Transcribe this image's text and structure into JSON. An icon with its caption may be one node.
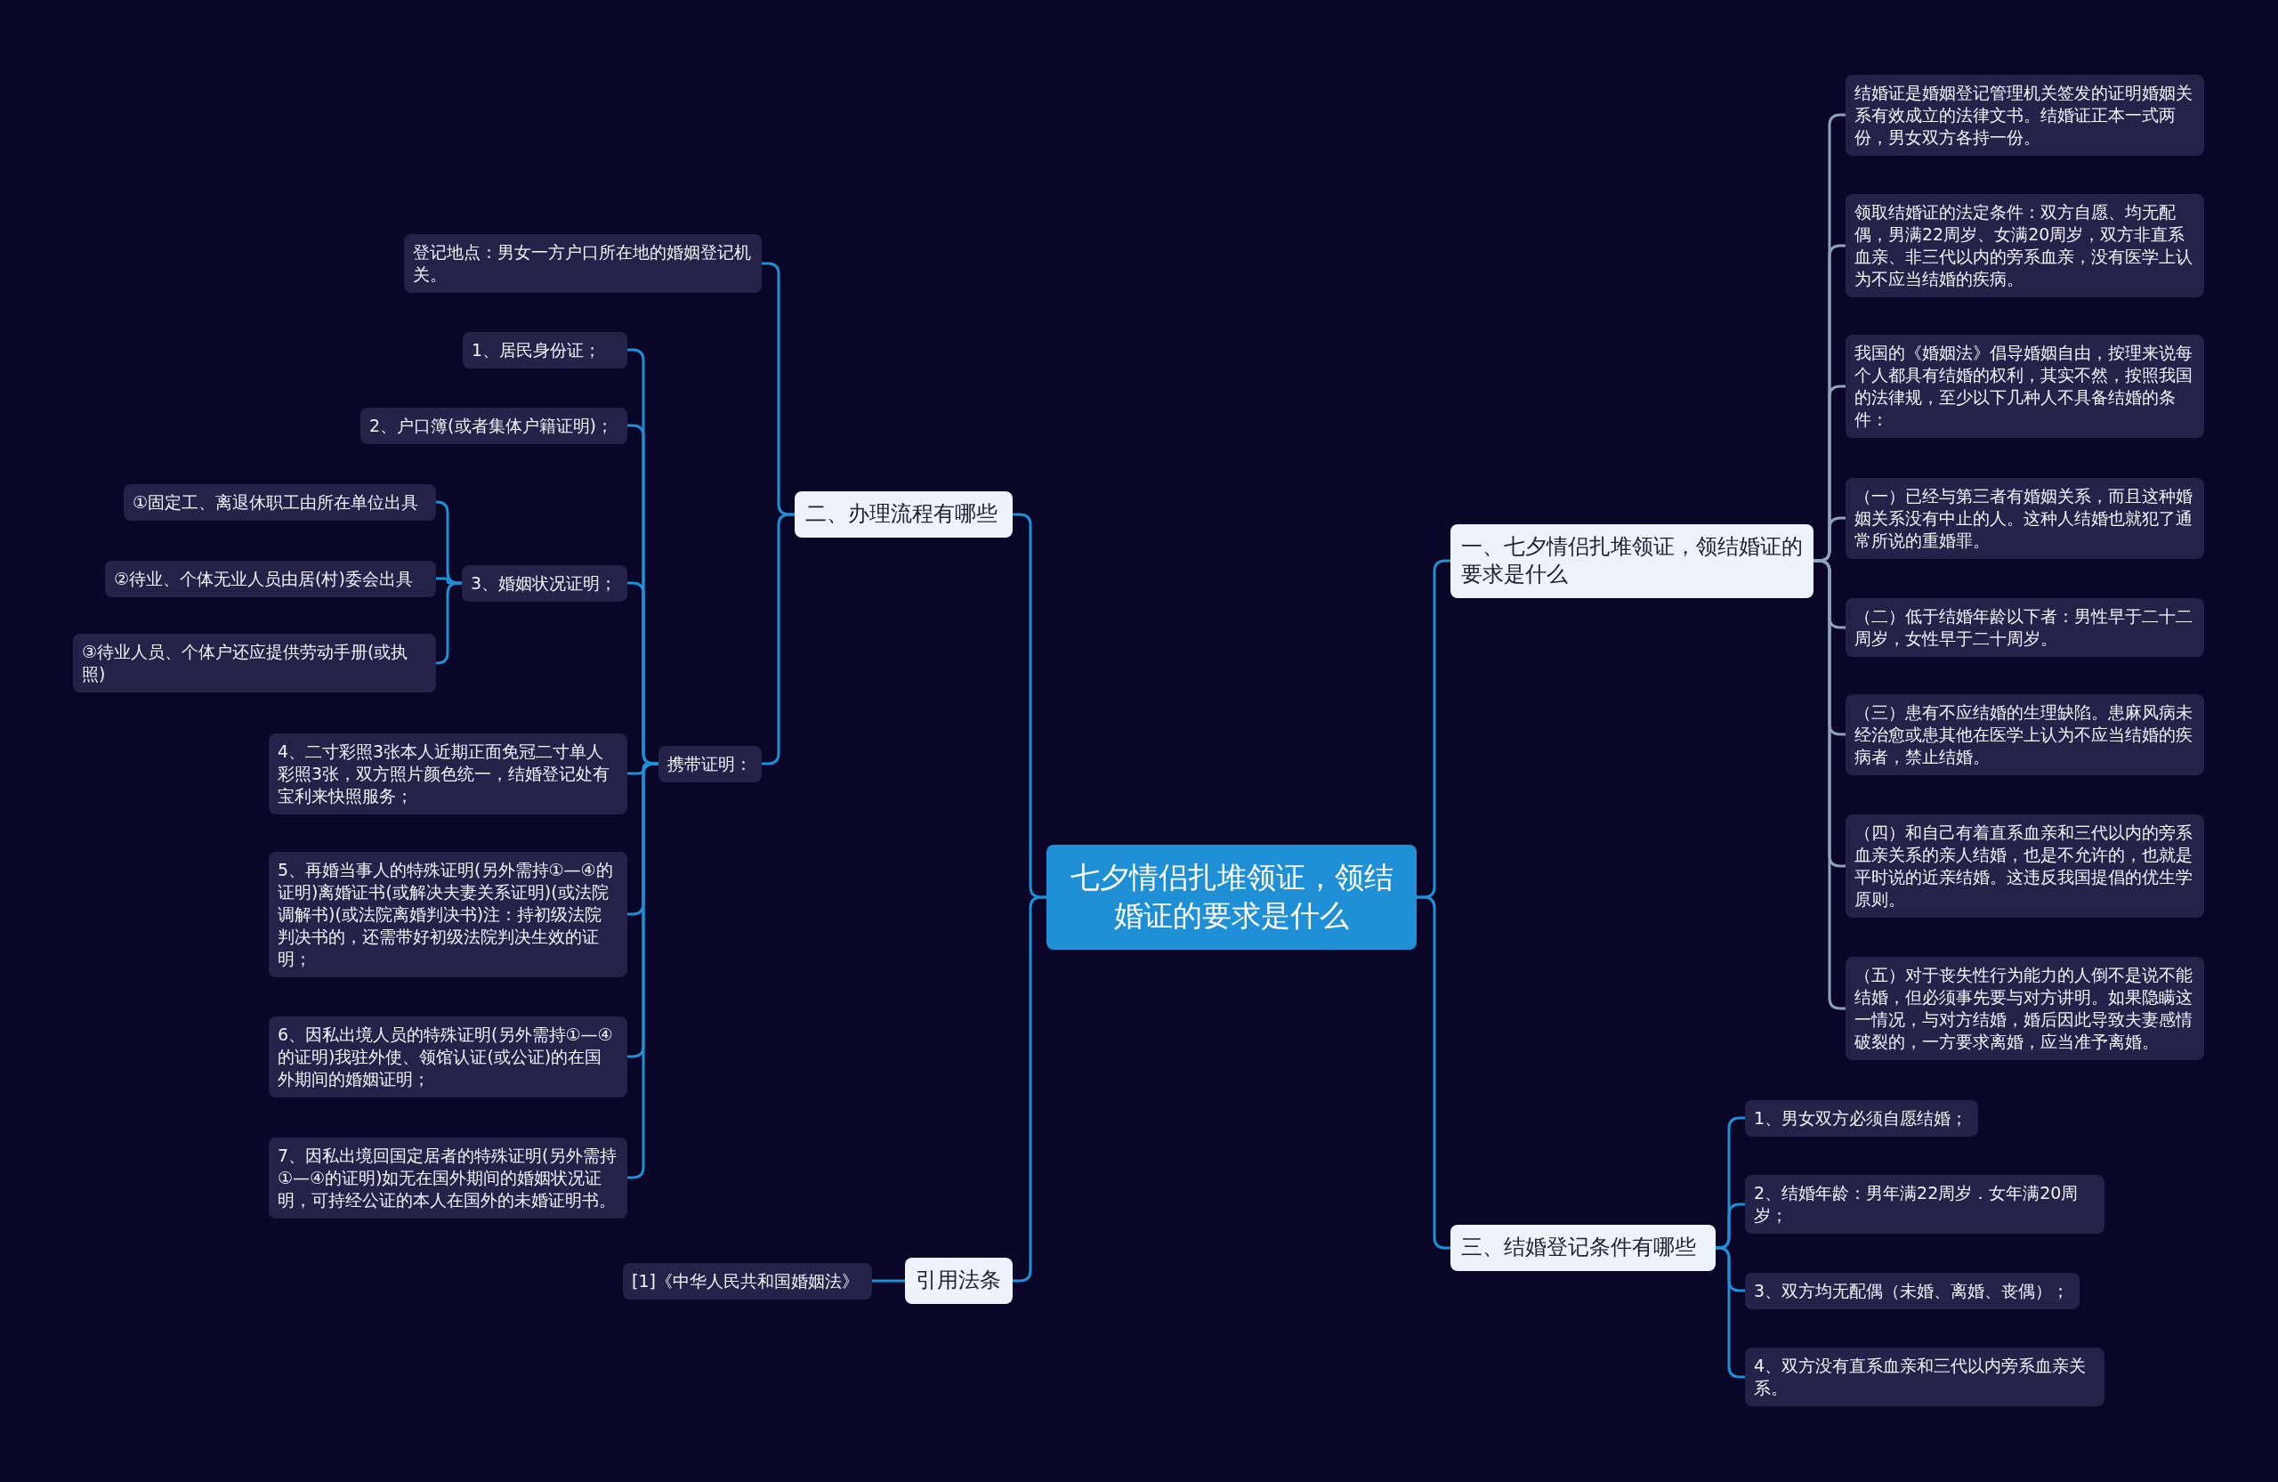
{
  "diagram": {
    "nodes": [
      {
        "text": [
          "七夕情侣扎堆领证，领结婚证的要求是什么"
        ]
      },
      {
        "text": [
          "一、七夕情侣扎堆领证，领结婚证的要求是什么"
        ]
      },
      {
        "text": [
          "结婚证是婚姻登记管理机关签发的证明婚姻关系有效成立的法律文书。结婚证正本一式两份，男女双方各持一份。"
        ]
      },
      {
        "text": [
          "领取结婚证的法定条件：双方自愿、均无配偶，男满22周岁、女满20周岁，双方非直系血亲、非三代以内的旁系血亲，没有医学上认为不应当结婚的疾病。"
        ]
      },
      {
        "text": [
          "我国的《婚姻法》倡导婚姻自由，按理来说每个人都具有结婚的权利，其实不然，按照我国的法律规，至少以下几种人不具备结婚的条件："
        ]
      },
      {
        "text": [
          "（一）已经与第三者有婚姻关系，而且这种婚姻关系没有中止的人。这种人结婚也就犯了通常所说的重婚罪。"
        ]
      },
      {
        "text": [
          "（二）低于结婚年龄以下者：男性早于二十二周岁，女性早于二十周岁。"
        ]
      },
      {
        "text": [
          "（三）患有不应结婚的生理缺陷。患麻风病未经治愈或患其他在医学上认为不应当结婚的疾病者，禁止结婚。"
        ]
      },
      {
        "text": [
          "（四）和自己有着直系血亲和三代以内的旁系血亲关系的亲人结婚，也是不允许的，也就是平时说的近亲结婚。这违反我国提倡的优生学原则。"
        ]
      },
      {
        "text": [
          "（五）对于丧失性行为能力的人倒不是说不能结婚，但必须事先要与对方讲明。如果隐瞒这一情况，与对方结婚，婚后因此导致夫妻感情破裂的，一方要求离婚，应当准予离婚。"
        ]
      },
      {
        "text": [
          "三、结婚登记条件有哪些"
        ]
      },
      {
        "text": [
          "1、男女双方必须自愿结婚；"
        ]
      },
      {
        "text": [
          "2、结婚年龄：男年满22周岁．女年满20周岁；"
        ]
      },
      {
        "text": [
          "3、双方均无配偶（未婚、离婚、丧偶）；"
        ]
      },
      {
        "text": [
          "4、双方没有直系血亲和三代以内旁系血亲关系。"
        ]
      },
      {
        "text": [
          "二、办理流程有哪些"
        ]
      },
      {
        "text": [
          "登记地点：男女一方户口所在地的婚姻登记机关。"
        ]
      },
      {
        "text": [
          "携带证明："
        ]
      },
      {
        "text": [
          "1、居民身份证；"
        ]
      },
      {
        "text": [
          "2、户口簿(或者集体户籍证明)；"
        ]
      },
      {
        "text": [
          "3、婚姻状况证明；"
        ]
      },
      {
        "text": [
          "①固定工、离退休职工由所在单位出具"
        ]
      },
      {
        "text": [
          "②待业、个体无业人员由居(村)委会出具"
        ]
      },
      {
        "text": [
          "③待业人员、个体户还应提供劳动手册(或执照)"
        ]
      },
      {
        "text": [
          "4、二寸彩照3张本人近期正面免冠二寸单人彩照3张，双方照片颜色统一，结婚登记处有宝利来快照服务；"
        ]
      },
      {
        "text": [
          "5、再婚当事人的特殊证明(另外需持①—④的证明)离婚证书(或解决夫妻关系证明)(或法院调解书)(或法院离婚判决书)注：持初级法院判决书的，还需带好初级法院判决生效的证明；"
        ]
      },
      {
        "text": [
          "6、因私出境人员的特殊证明(另外需持①—④的证明)我驻外使、领馆认证(或公证)的在国外期间的婚姻证明；"
        ]
      },
      {
        "text": [
          "7、因私出境回国定居者的特殊证明(另外需持①—④的证明)如无在国外期间的婚姻状况证明，可持经公证的本人在国外的未婚证明书。"
        ]
      },
      {
        "text": [
          "引用法条"
        ]
      },
      {
        "text": [
          "[1]《中华人民共和国婚姻法》"
        ]
      }
    ],
    "edges": [
      {
        "from": 0,
        "to": 1,
        "arrow": "none"
      },
      {
        "from": 0,
        "to": 10,
        "arrow": "none"
      },
      {
        "from": 0,
        "to": 15,
        "arrow": "none"
      },
      {
        "from": 0,
        "to": 28,
        "arrow": "none"
      },
      {
        "from": 1,
        "to": 2,
        "arrow": "none",
        "color": "#8ea2be"
      },
      {
        "from": 1,
        "to": 3,
        "arrow": "none",
        "color": "#8ea2be"
      },
      {
        "from": 1,
        "to": 4,
        "arrow": "none",
        "color": "#8ea2be"
      },
      {
        "from": 1,
        "to": 5,
        "arrow": "none",
        "color": "#8ea2be"
      },
      {
        "from": 1,
        "to": 6,
        "arrow": "none",
        "color": "#8ea2be"
      },
      {
        "from": 1,
        "to": 7,
        "arrow": "none",
        "color": "#8ea2be"
      },
      {
        "from": 1,
        "to": 8,
        "arrow": "none",
        "color": "#8ea2be"
      },
      {
        "from": 1,
        "to": 9,
        "arrow": "none",
        "color": "#8ea2be"
      },
      {
        "from": 10,
        "to": 11,
        "arrow": "none"
      },
      {
        "from": 10,
        "to": 12,
        "arrow": "none"
      },
      {
        "from": 10,
        "to": 13,
        "arrow": "none"
      },
      {
        "from": 10,
        "to": 14,
        "arrow": "none"
      },
      {
        "from": 15,
        "to": 16,
        "arrow": "none"
      },
      {
        "from": 15,
        "to": 17,
        "arrow": "none"
      },
      {
        "from": 17,
        "to": 18,
        "arrow": "none"
      },
      {
        "from": 17,
        "to": 19,
        "arrow": "none"
      },
      {
        "from": 17,
        "to": 20,
        "arrow": "none"
      },
      {
        "from": 20,
        "to": 21,
        "arrow": "none"
      },
      {
        "from": 20,
        "to": 22,
        "arrow": "none"
      },
      {
        "from": 20,
        "to": 23,
        "arrow": "none"
      },
      {
        "from": 17,
        "to": 24,
        "arrow": "none"
      },
      {
        "from": 17,
        "to": 25,
        "arrow": "none"
      },
      {
        "from": 17,
        "to": 26,
        "arrow": "none"
      },
      {
        "from": 17,
        "to": 27,
        "arrow": "none"
      },
      {
        "from": 28,
        "to": 29,
        "arrow": "none"
      }
    ]
  }
}
